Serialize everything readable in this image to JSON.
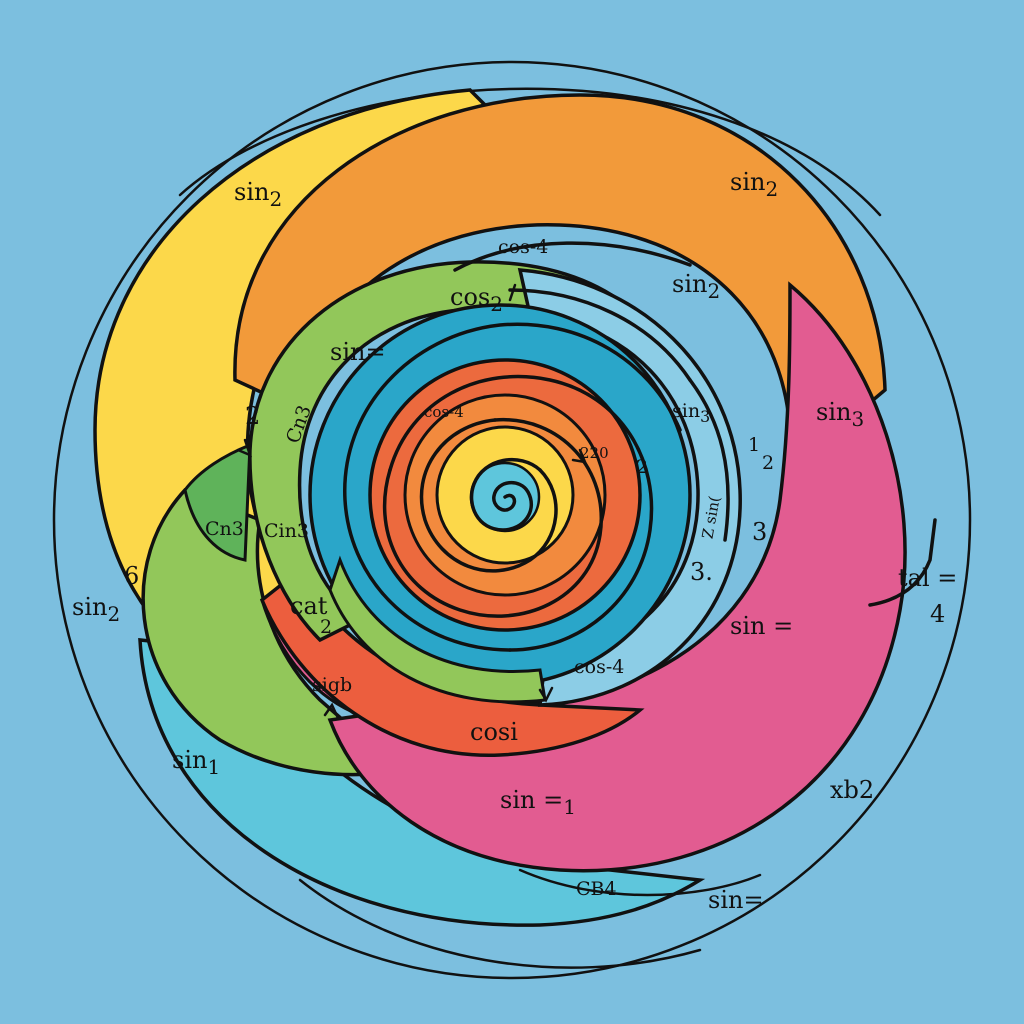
{
  "colors": {
    "background": "#7cbfdf",
    "yellow": "#fcd84a",
    "orange": "#f29a3a",
    "pink": "#e25c91",
    "green": "#92c75a",
    "dark_green": "#5fb35a",
    "cyan": "#5ec6dc",
    "teal": "#2aa6c9",
    "red_orange": "#ec5e3e",
    "light_blue": "#8ccde6",
    "outline": "#111111"
  },
  "labels": {
    "sin2_top_left": "sin",
    "sin2_top_left_sub": "2",
    "sin2_top_right": "sin",
    "sin2_top_right_sub": "2",
    "cos4_top": "cos-4",
    "cos2_top": "cos",
    "cos2_top_sub": "2",
    "sin2_mid_right": "sin",
    "sin2_mid_right_sub": "2",
    "sin_eq_green": "sin=",
    "num_2_left": "2",
    "cn3_a": "Cn3",
    "sin3_right": "sin",
    "sin3_right_sub": "3",
    "sin3_inner": "sin",
    "sin3_inner_sub": "3",
    "frac_1_2_a": "1",
    "frac_1_2_b": "2",
    "cos4_inner": "cos-4",
    "num_220": "220",
    "num_2_inner": "2",
    "cn3_b": "Cn3",
    "cn3_c": "Cin3",
    "side_z_sin": "Z sin(",
    "num_3_right": "3",
    "num_6_left": "6",
    "sin2_left": "sin",
    "sin2_left_sub": "2",
    "cat_label": "cat",
    "num_2_cat": "2",
    "num_3_dot": "3.",
    "sin_eq_pink": "sin =",
    "tal_eq": "tal =",
    "num_4_right": "4",
    "cos4_bottom": "cos-4",
    "sigb_label": "sigb",
    "cosi_label": "cosi",
    "sin1_left": "sin",
    "sin1_left_sub": "1",
    "sin_eq_1": "sin =",
    "sin_eq_1_sub": "1",
    "xb2_label": "xb2",
    "cb4_label": "CB4",
    "sin_eq_bottom": "sin="
  }
}
